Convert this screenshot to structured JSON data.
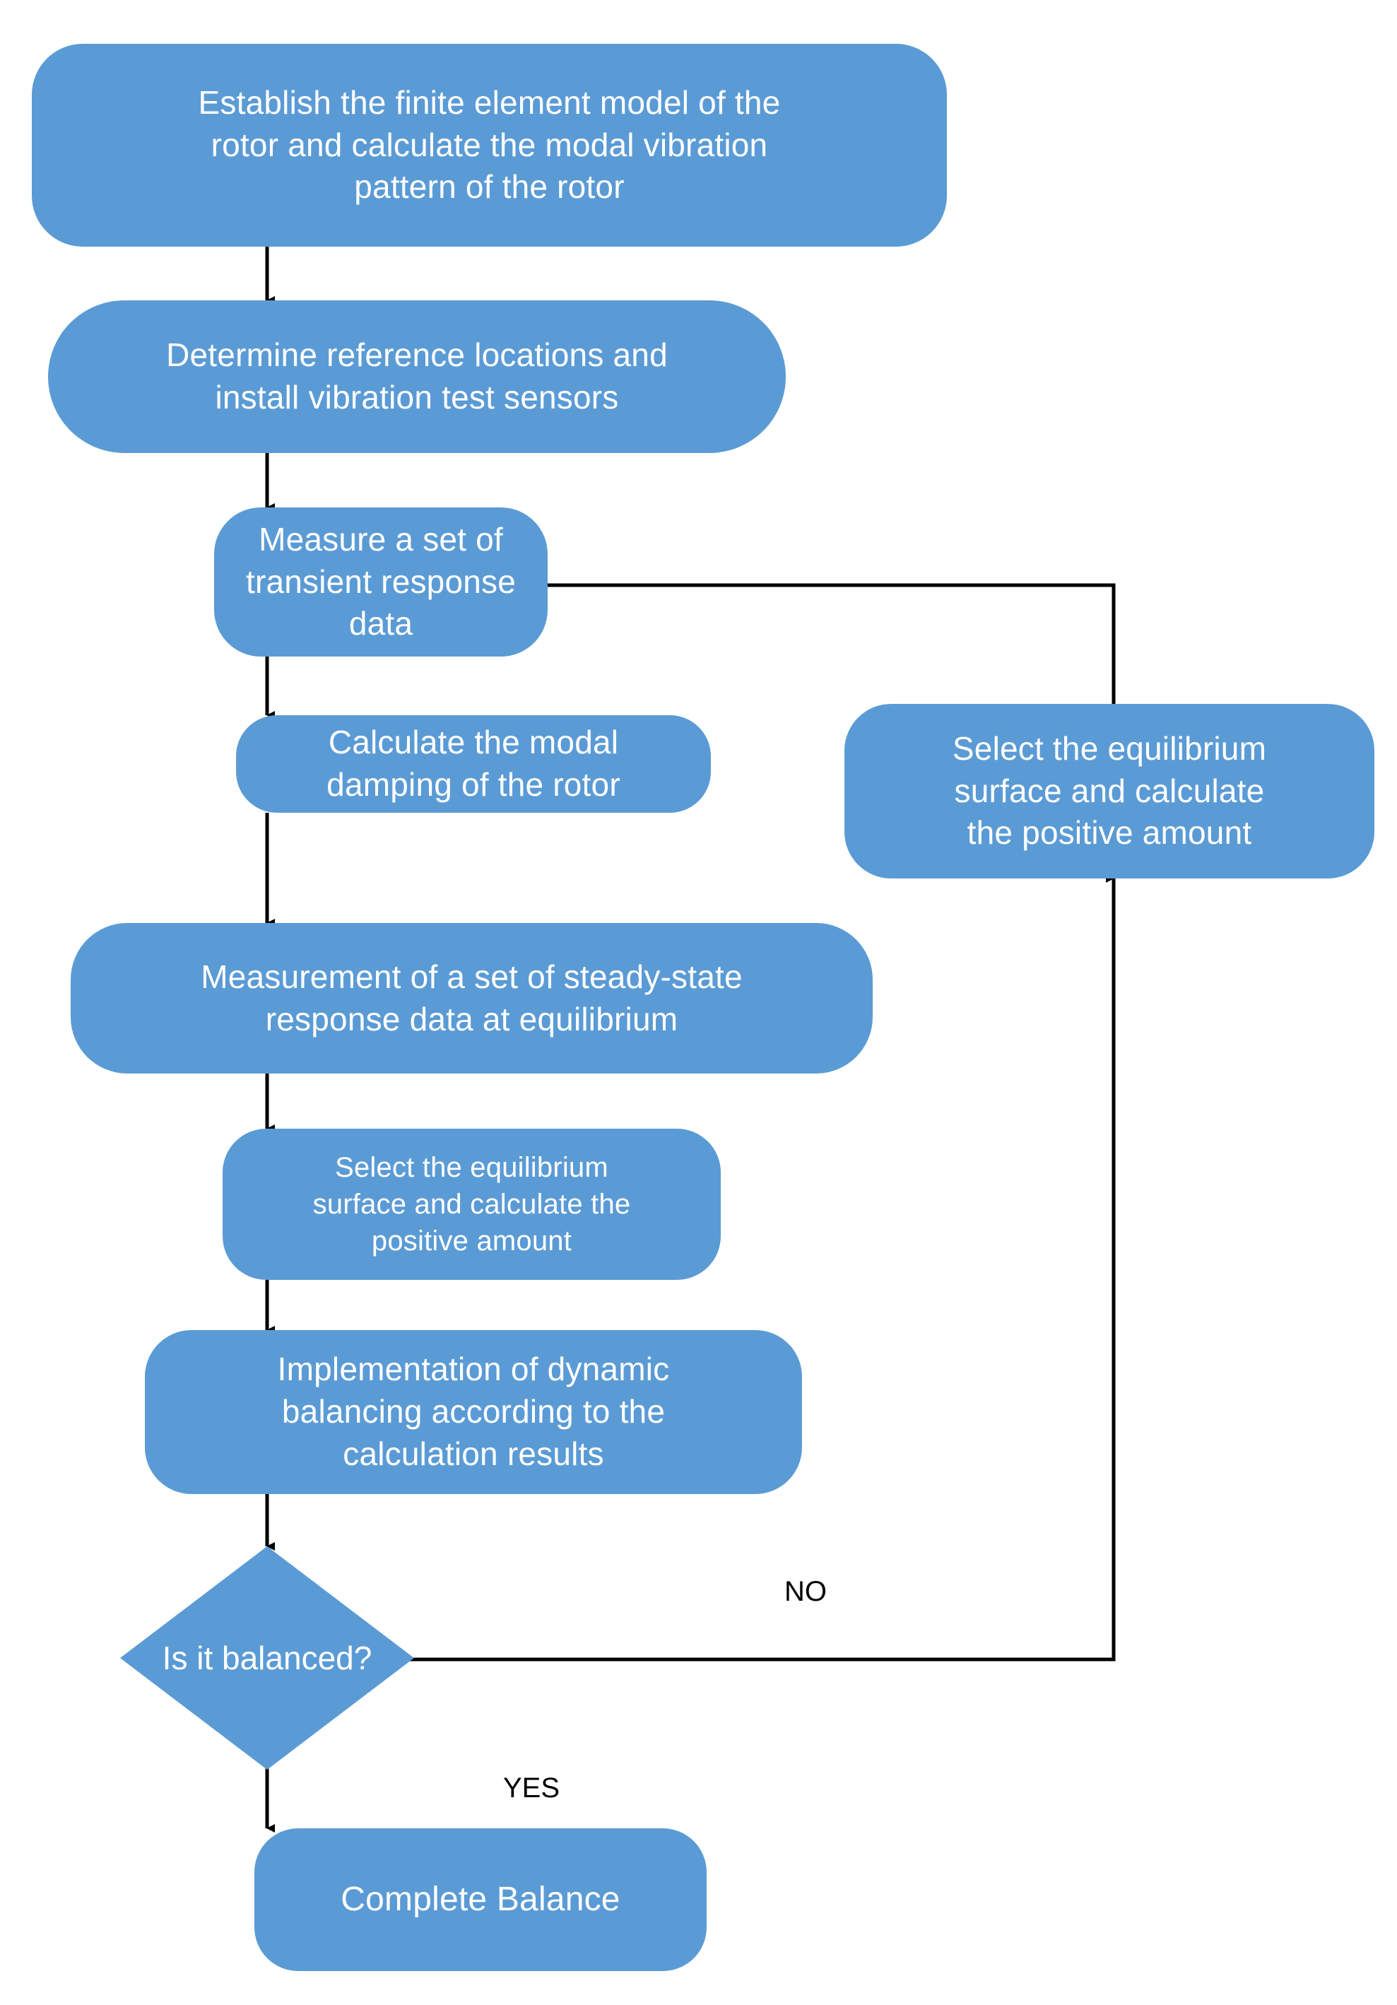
{
  "diagram": {
    "title": "Rotor modal dynamic balancing procedure flowchart",
    "colors": {
      "node_fill": "#5B9BD5",
      "node_text": "#FFFFFF",
      "connector": "#000000",
      "background": "#FFFFFF"
    },
    "nodes": [
      {
        "id": "n1",
        "shape": "rounded-rectangle",
        "text": "Establish the finite element model of the\nrotor and calculate the modal vibration\npattern of the rotor"
      },
      {
        "id": "n2",
        "shape": "rounded-rectangle",
        "text": "Determine reference locations and\ninstall vibration test sensors"
      },
      {
        "id": "n3",
        "shape": "rounded-rectangle",
        "text": "Measure a set of\ntransient response data"
      },
      {
        "id": "n4",
        "shape": "rounded-rectangle",
        "text": "Calculate the modal\ndamping of the rotor"
      },
      {
        "id": "n5",
        "shape": "rounded-rectangle",
        "text": "Measurement of a set of steady-state\nresponse data at equilibrium"
      },
      {
        "id": "n6",
        "shape": "rounded-rectangle",
        "text": "Select the equilibrium\nsurface and calculate the\npositive amount"
      },
      {
        "id": "n7",
        "shape": "rounded-rectangle",
        "text": "Implementation of dynamic\nbalancing according to the\ncalculation results"
      },
      {
        "id": "n8",
        "shape": "diamond",
        "text": "Is it balanced?"
      },
      {
        "id": "n9",
        "shape": "rounded-rectangle",
        "text": "Complete Balance"
      },
      {
        "id": "n10",
        "shape": "rounded-rectangle",
        "text": "Select the equilibrium\nsurface and calculate\nthe positive amount"
      }
    ],
    "edge_labels": {
      "no": "NO",
      "yes": "YES"
    }
  }
}
